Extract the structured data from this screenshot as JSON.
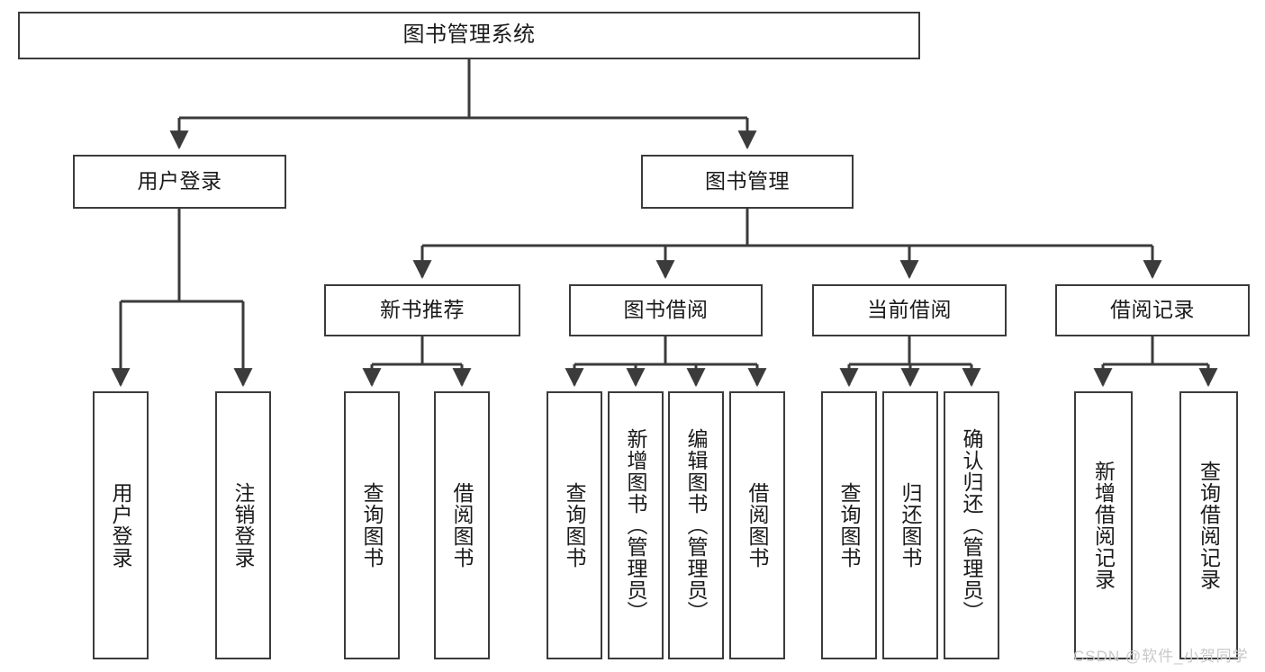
{
  "diagram": {
    "title": "图书管理系统",
    "type": "tree",
    "watermark": "CSDN @软件_小贺同学",
    "colors": {
      "border": "#3b3b3b",
      "node_fill": "#ffffff",
      "text": "#1a1a1a",
      "edge": "#3b3b3b",
      "background": "#ffffff",
      "watermark": "#c8c8c8"
    },
    "root": {
      "label": "图书管理系统"
    },
    "level1": [
      {
        "label": "用户登录"
      },
      {
        "label": "图书管理"
      }
    ],
    "level2": [
      {
        "label": "新书推荐"
      },
      {
        "label": "图书借阅"
      },
      {
        "label": "当前借阅"
      },
      {
        "label": "借阅记录"
      }
    ],
    "leaves": {
      "user_login": [
        {
          "label": "用户登录"
        },
        {
          "label": "注销登录"
        }
      ],
      "new_book_recommend": [
        {
          "label": "查询图书"
        },
        {
          "label": "借阅图书"
        }
      ],
      "book_borrow": [
        {
          "label": "查询图书"
        },
        {
          "label": "新增图书（管理员）"
        },
        {
          "label": "编辑图书（管理员）"
        },
        {
          "label": "借阅图书"
        }
      ],
      "current_borrow": [
        {
          "label": "查询图书"
        },
        {
          "label": "归还图书"
        },
        {
          "label": "确认归还（管理员）"
        }
      ],
      "borrow_record": [
        {
          "label": "新增借阅记录"
        },
        {
          "label": "查询借阅记录"
        }
      ]
    }
  }
}
